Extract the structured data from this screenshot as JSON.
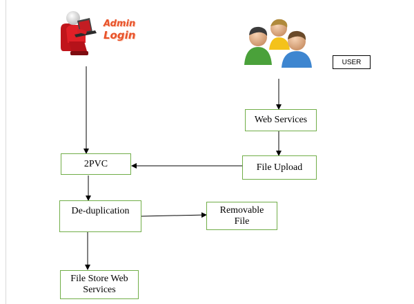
{
  "admin": {
    "line1": "Admin",
    "line2": "Login"
  },
  "user_label": "USER",
  "nodes": {
    "web_services": "Web Services",
    "file_upload": "File Upload",
    "twopvc": "2PVC",
    "dedup": "De-duplication",
    "removable_l1": "Removable",
    "removable_l2": "File",
    "filestore_l1": "File Store Web",
    "filestore_l2": "Services"
  },
  "colors": {
    "box_border": "#70ad47",
    "admin_text": "#e8532a"
  },
  "icons": {
    "admin": "admin-at-laptop-icon",
    "users": "user-group-icon"
  }
}
